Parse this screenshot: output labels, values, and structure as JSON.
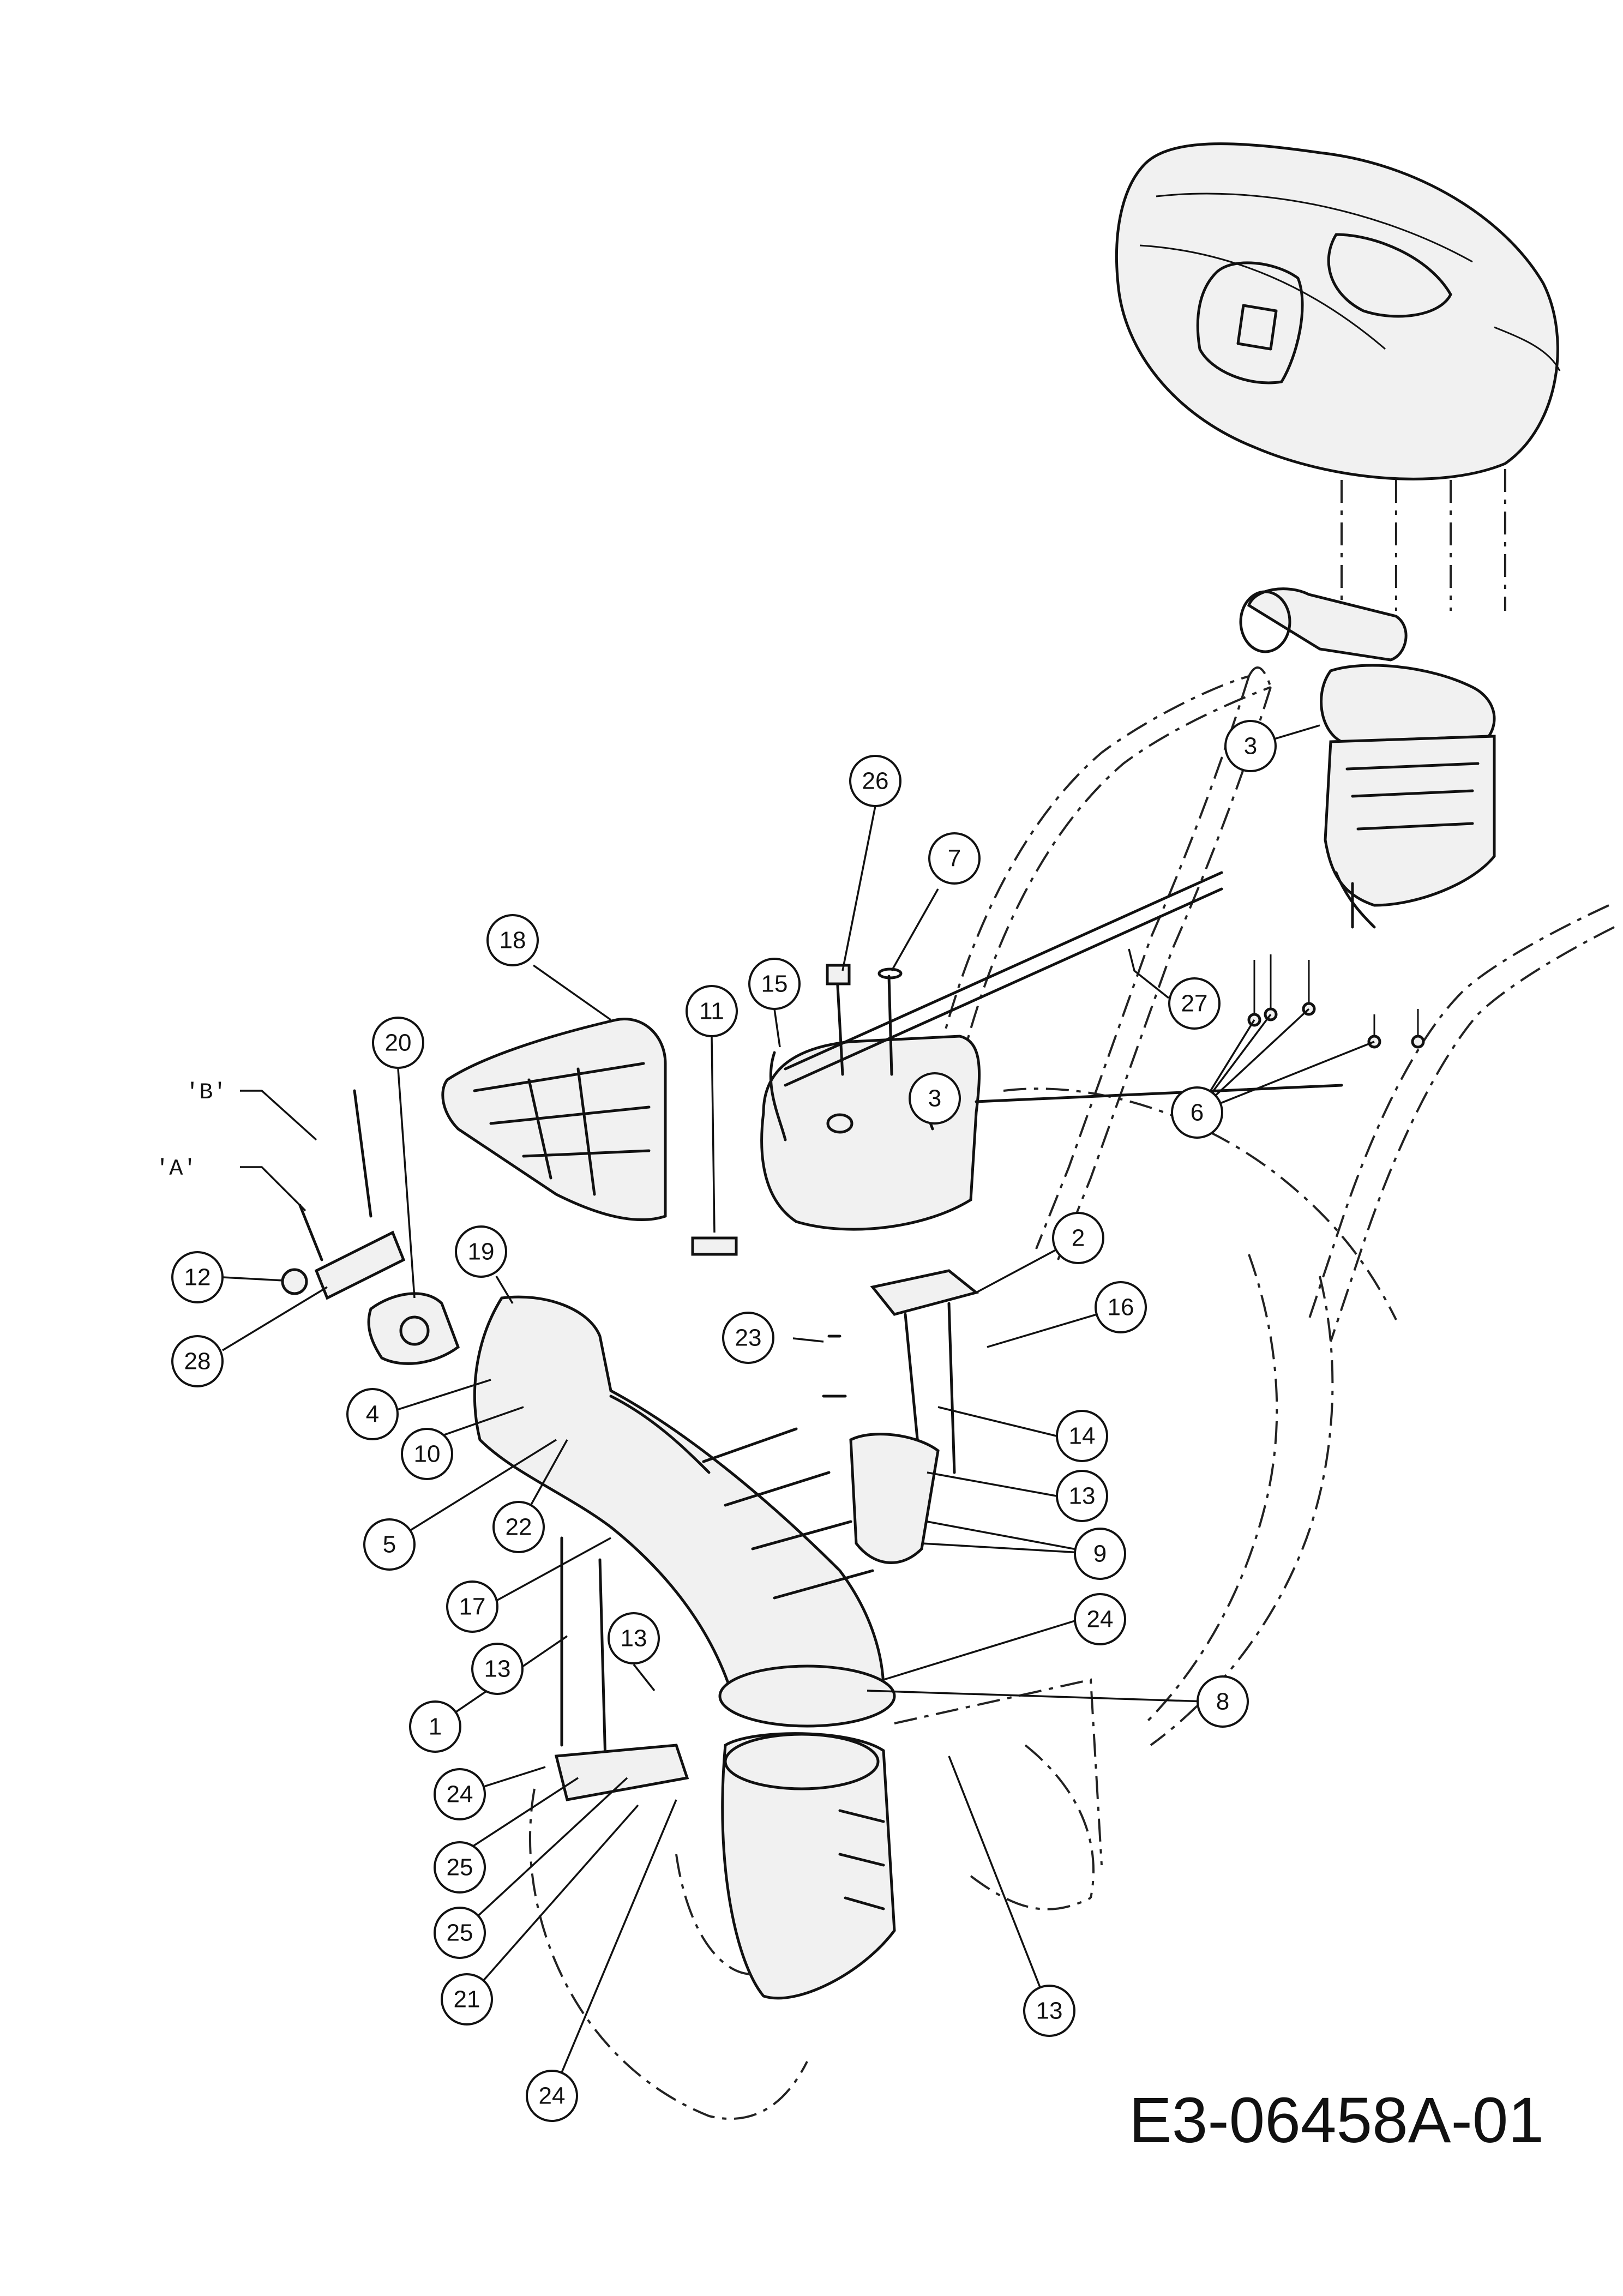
{
  "document_code": "E3-06458A-01",
  "view_labels": [
    "'B'",
    "'A'"
  ],
  "callouts": [
    {
      "label": "26"
    },
    {
      "label": "7"
    },
    {
      "label": "3"
    },
    {
      "label": "27"
    },
    {
      "label": "15"
    },
    {
      "label": "11"
    },
    {
      "label": "3"
    },
    {
      "label": "6"
    },
    {
      "label": "18"
    },
    {
      "label": "20"
    },
    {
      "label": "19"
    },
    {
      "label": "12"
    },
    {
      "label": "28"
    },
    {
      "label": "2"
    },
    {
      "label": "16"
    },
    {
      "label": "23"
    },
    {
      "label": "14"
    },
    {
      "label": "4"
    },
    {
      "label": "10"
    },
    {
      "label": "13"
    },
    {
      "label": "5"
    },
    {
      "label": "22"
    },
    {
      "label": "9"
    },
    {
      "label": "17"
    },
    {
      "label": "24"
    },
    {
      "label": "13"
    },
    {
      "label": "8"
    },
    {
      "label": "13"
    },
    {
      "label": "1"
    },
    {
      "label": "24"
    },
    {
      "label": "25"
    },
    {
      "label": "25"
    },
    {
      "label": "21"
    },
    {
      "label": "13"
    },
    {
      "label": "24"
    }
  ]
}
